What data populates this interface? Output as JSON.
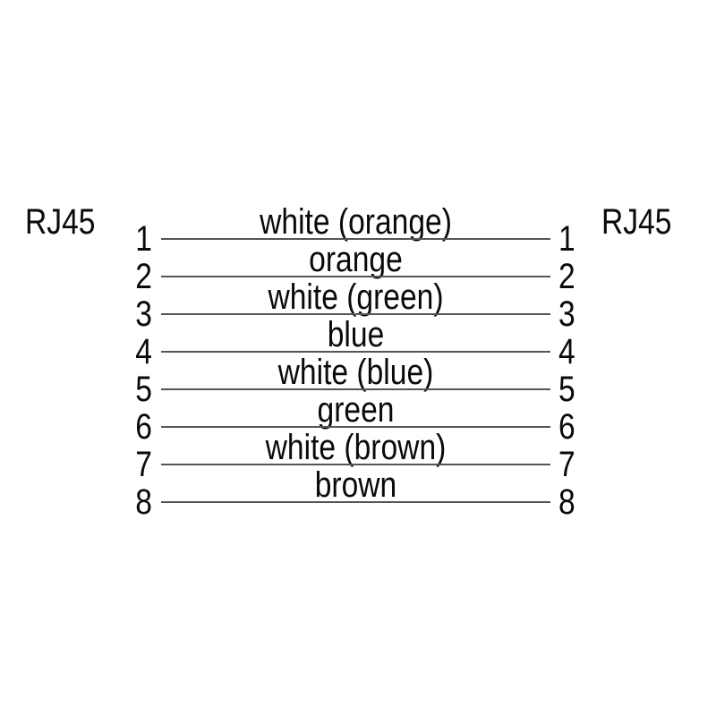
{
  "diagram": {
    "type": "cable-pinout",
    "left_connector_label": "RJ45",
    "right_connector_label": "RJ45",
    "wires": [
      {
        "pin_left": "1",
        "pin_right": "1",
        "label": "white (orange)"
      },
      {
        "pin_left": "2",
        "pin_right": "2",
        "label": "orange"
      },
      {
        "pin_left": "3",
        "pin_right": "3",
        "label": "white (green)"
      },
      {
        "pin_left": "4",
        "pin_right": "4",
        "label": "blue"
      },
      {
        "pin_left": "5",
        "pin_right": "5",
        "label": "white (blue)"
      },
      {
        "pin_left": "6",
        "pin_right": "6",
        "label": "green"
      },
      {
        "pin_left": "7",
        "pin_right": "7",
        "label": "white (brown)"
      },
      {
        "pin_left": "8",
        "pin_right": "8",
        "label": "brown"
      }
    ],
    "colors": {
      "background": "#ffffff",
      "text": "#0a0a0a",
      "wire_line": "#555555"
    }
  }
}
